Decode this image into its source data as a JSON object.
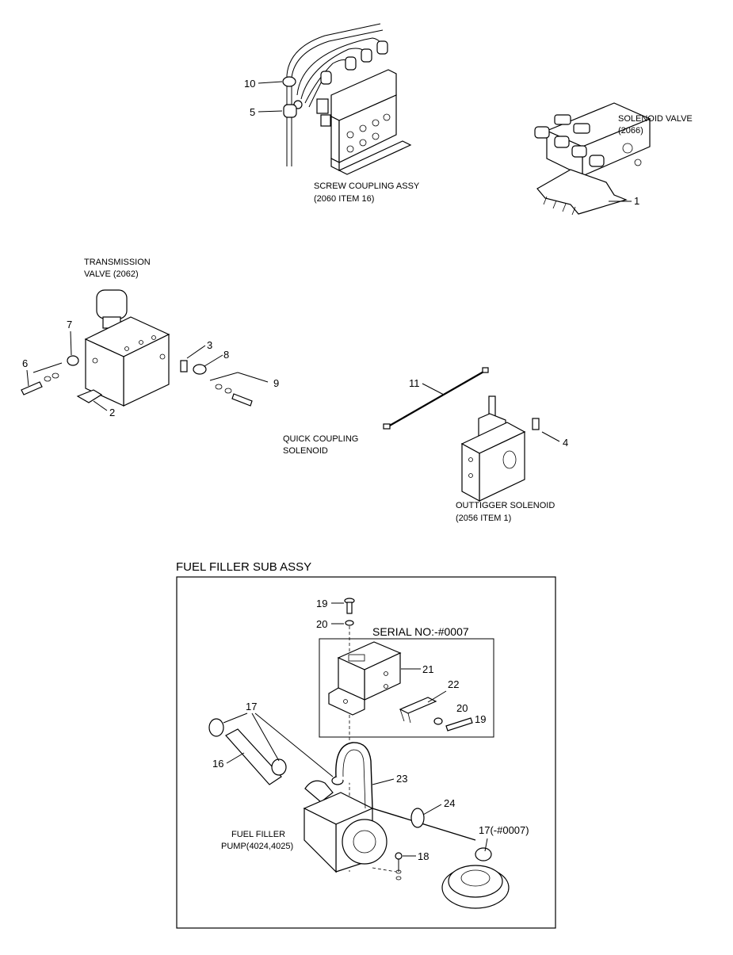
{
  "labels": {
    "screw_coupling": [
      "SCREW COUPLING ASSY",
      "(2060 ITEM 16)"
    ],
    "solenoid_valve": [
      "SOLENOID VALVE",
      "(2066)"
    ],
    "transmission_valve": [
      "TRANSMISSION",
      "VALVE (2062)"
    ],
    "quick_coupling": [
      "QUICK COUPLING",
      "SOLENOID"
    ],
    "outtigger": [
      "OUTTIGGER SOLENOID",
      "(2056 ITEM 1)"
    ],
    "fuel_filler_pump": [
      "FUEL FILLER",
      "PUMP(4024,4025)"
    ]
  },
  "section": {
    "title": "FUEL FILLER SUB ASSY",
    "serial": "SERIAL NO:-#0007"
  },
  "callouts": {
    "c10": "10",
    "c5": "5",
    "c1": "1",
    "c7": "7",
    "c6": "6",
    "c3": "3",
    "c8": "8",
    "c9": "9",
    "c2": "2",
    "c11": "11",
    "c4": "4",
    "c19a": "19",
    "c20a": "20",
    "c21": "21",
    "c22": "22",
    "c20b": "20",
    "c19b": "19",
    "c17": "17",
    "c16": "16",
    "c23": "23",
    "c24": "24",
    "c17b": "17(-#0007)",
    "c18": "18"
  }
}
